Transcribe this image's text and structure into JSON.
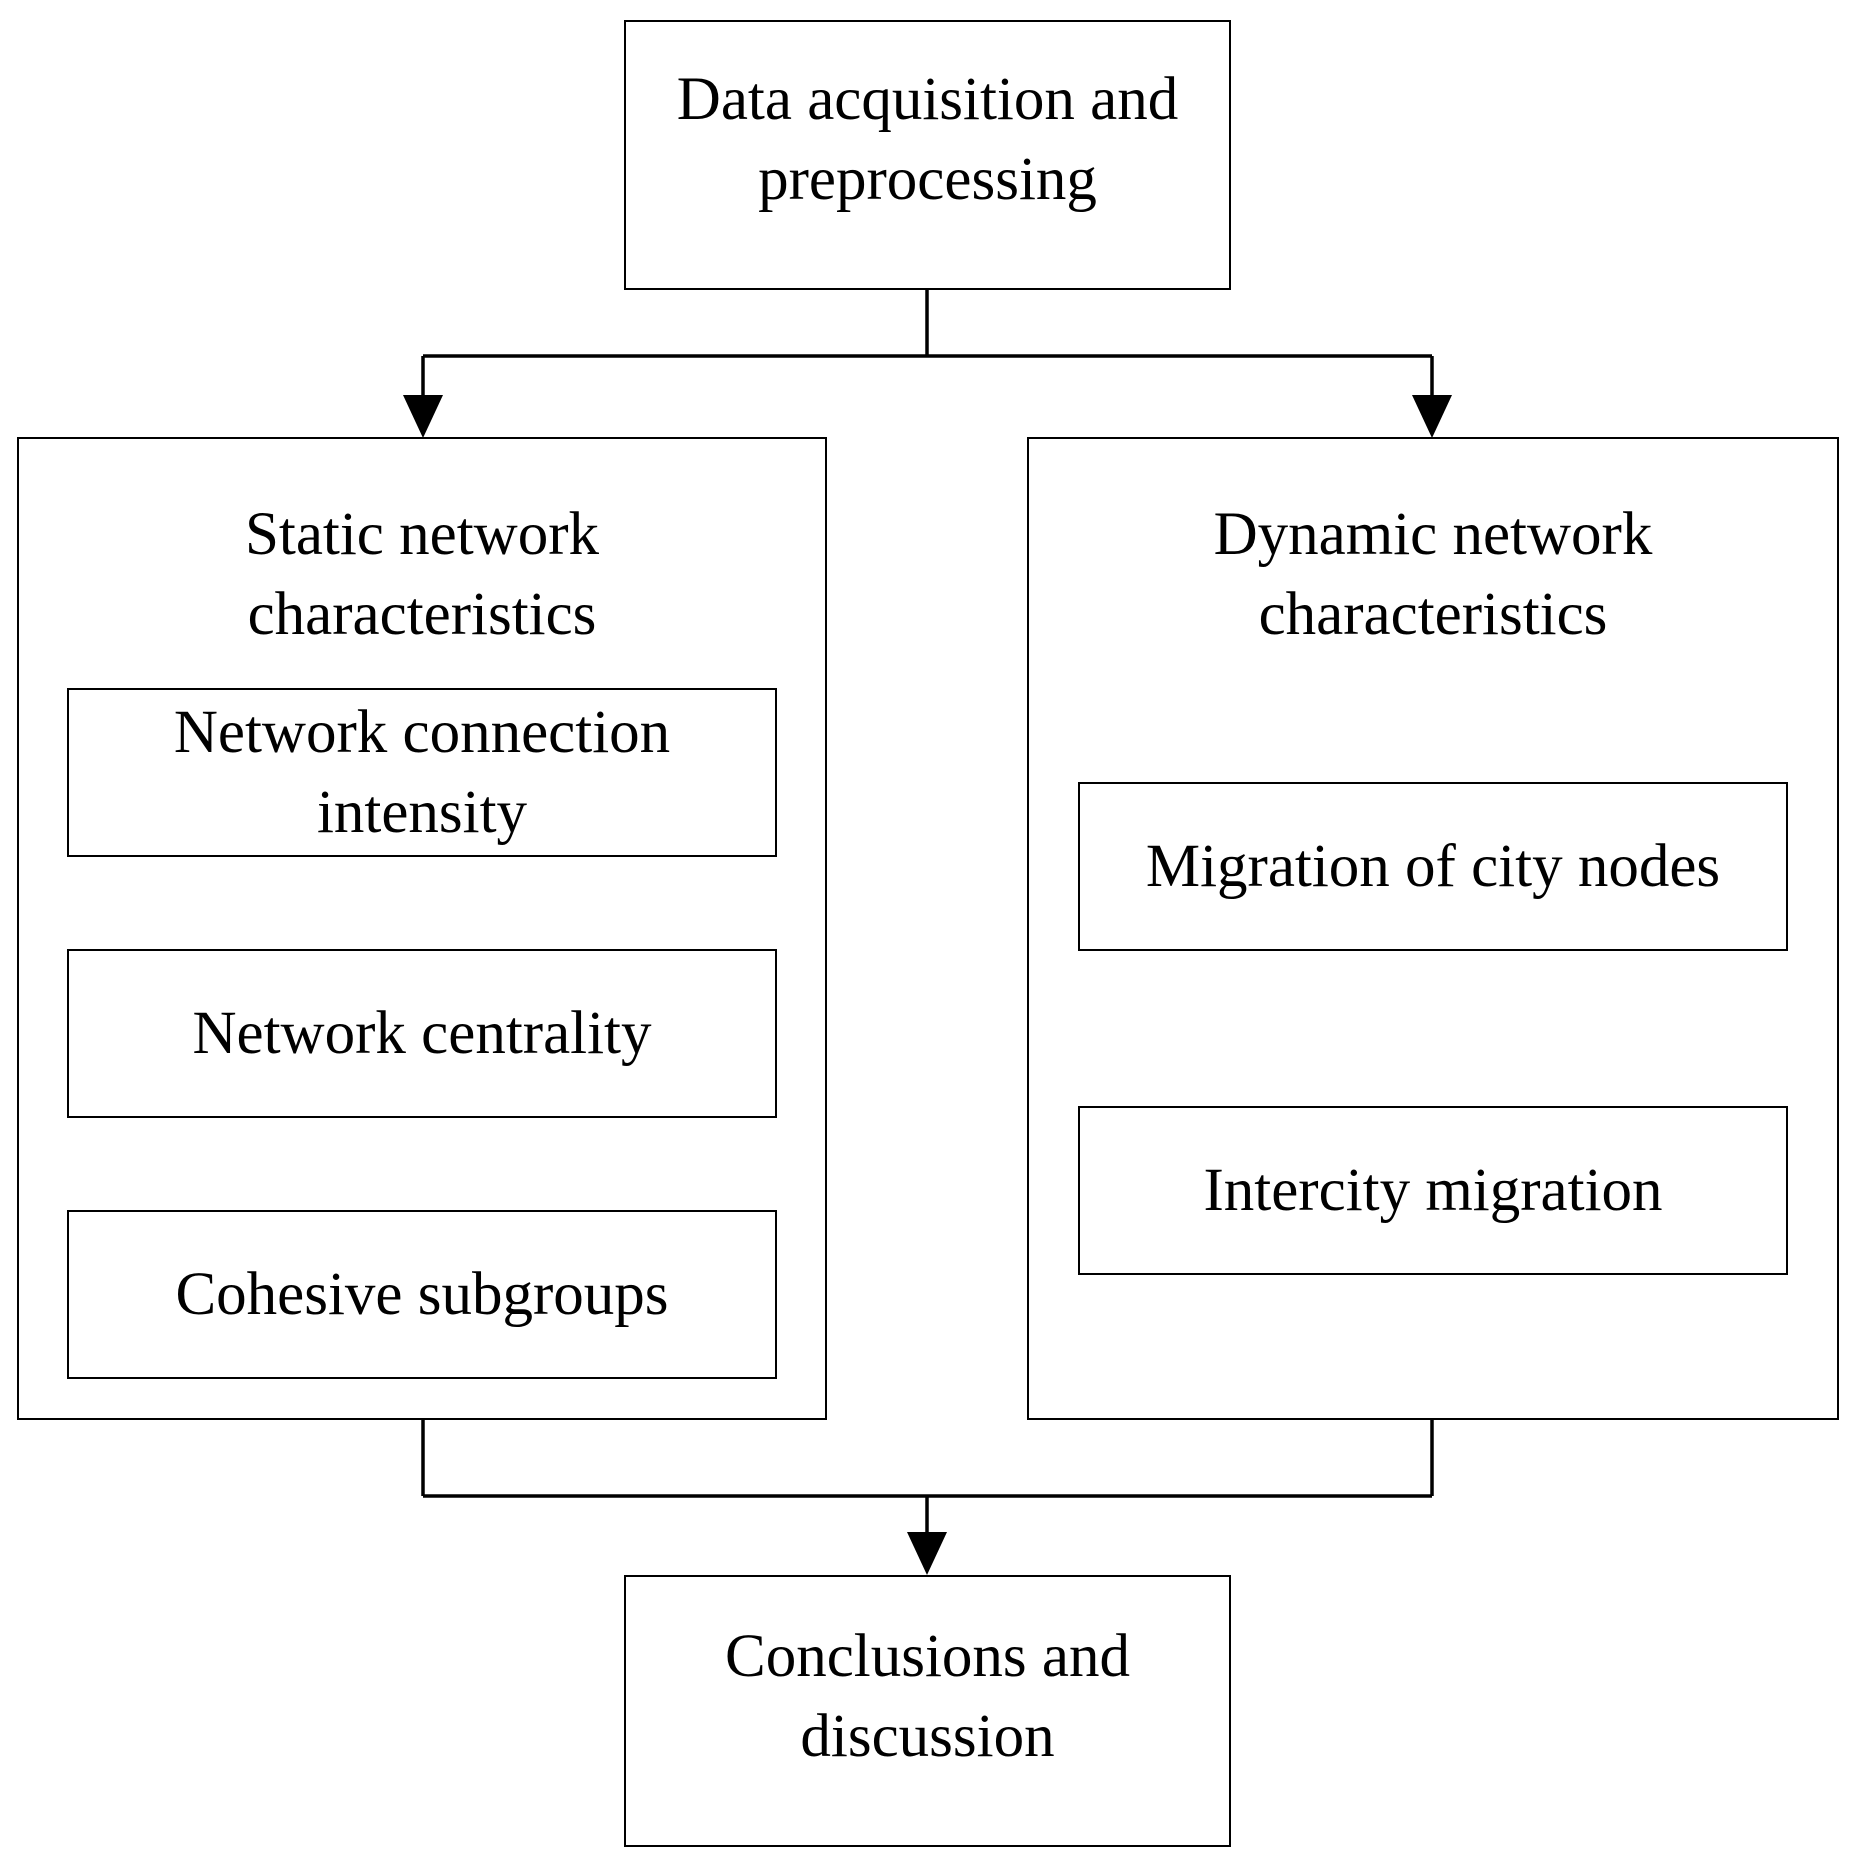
{
  "diagram": {
    "top_box": {
      "text": "Data acquisition and\npreprocessing"
    },
    "left_group": {
      "title": "Static network\ncharacteristics",
      "steps": [
        "Network connection\nintensity",
        "Network centrality",
        "Cohesive subgroups"
      ]
    },
    "right_group": {
      "title": "Dynamic network\ncharacteristics",
      "steps": [
        "Migration of city nodes",
        "Intercity migration"
      ]
    },
    "bottom_box": {
      "text": "Conclusions and\ndiscussion"
    },
    "colors": {
      "stroke": "#000000",
      "fill": "#ffffff",
      "text": "#000000"
    }
  }
}
